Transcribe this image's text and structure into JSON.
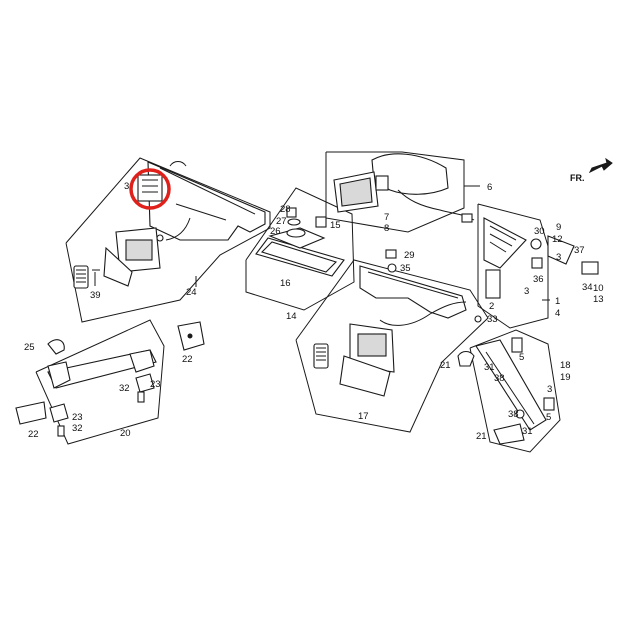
{
  "diagram": {
    "direction_label": "FR.",
    "highlight_color": "#e0201b",
    "line_color": "#1a1a1a",
    "callouts": {
      "c1": "1",
      "c2": "2",
      "c3a": "3",
      "c3b": "3",
      "c3c": "3",
      "c4": "4",
      "c5a": "5",
      "c5b": "5",
      "c6": "6",
      "c7": "7",
      "c8": "8",
      "c9": "9",
      "c10": "10",
      "c12": "12",
      "c13": "13",
      "c14": "14",
      "c15": "15",
      "c16": "16",
      "c17": "17",
      "c18": "18",
      "c19": "19",
      "c20": "20",
      "c21a": "21",
      "c21b": "21",
      "c22a": "22",
      "c22b": "22",
      "c23a": "23",
      "c23b": "23",
      "c24": "24",
      "c25": "25",
      "c26": "26",
      "c27": "27",
      "c28": "28",
      "c29": "29",
      "c30": "30",
      "c31a": "31",
      "c31b": "31",
      "c32a": "32",
      "c32b": "32",
      "c33": "33",
      "c34": "34",
      "c35": "35",
      "c36": "36",
      "c37": "37",
      "c38a": "38",
      "c38b": "38",
      "c39": "39"
    }
  }
}
